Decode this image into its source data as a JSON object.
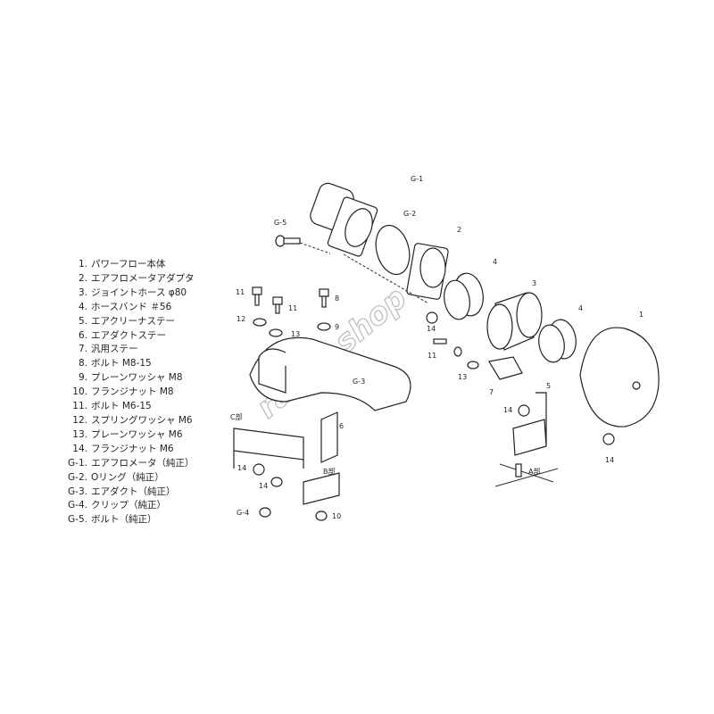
{
  "parts_list": [
    {
      "num": "1.",
      "name": "パワーフロー本体"
    },
    {
      "num": "2.",
      "name": "エアフロメータアダプタ"
    },
    {
      "num": "3.",
      "name": "ジョイントホース φ80"
    },
    {
      "num": "4.",
      "name": "ホースバンド ＃56"
    },
    {
      "num": "5.",
      "name": "エアクリーナステー"
    },
    {
      "num": "6.",
      "name": "エアダクトステー"
    },
    {
      "num": "7.",
      "name": "汎用ステー"
    },
    {
      "num": "8.",
      "name": "ボルト M8-15"
    },
    {
      "num": "9.",
      "name": "プレーンワッシャ M8"
    },
    {
      "num": "10.",
      "name": "フランジナット M8"
    },
    {
      "num": "11.",
      "name": "ボルト M6-15"
    },
    {
      "num": "12.",
      "name": "スプリングワッシャ M6"
    },
    {
      "num": "13.",
      "name": "プレーンワッシャ M6"
    },
    {
      "num": "14.",
      "name": "フランジナット M6"
    },
    {
      "num": "G-1.",
      "name": "エアフロメータ（純正）"
    },
    {
      "num": "G-2.",
      "name": "Oリング（純正）"
    },
    {
      "num": "G-3.",
      "name": "エアダクト（純正）"
    },
    {
      "num": "G-4.",
      "name": "クリップ（純正）"
    },
    {
      "num": "G-5.",
      "name": "ボルト（純正）"
    }
  ],
  "callouts": {
    "g1": "G-1",
    "g5": "G-5",
    "g2": "G-2",
    "p2": "2",
    "p4a": "4",
    "p3": "3",
    "p4b": "4",
    "p1": "1",
    "p11a": "11",
    "p11b": "11",
    "p8": "8",
    "p12": "12",
    "p13a": "13",
    "p9": "9",
    "p14a": "14",
    "p11c": "11",
    "p13b": "13",
    "p7": "7",
    "p5": "5",
    "p14b": "14",
    "p14c": "14",
    "c_part": "C部",
    "p6": "6",
    "g3": "G-3",
    "b_part": "B部",
    "p14d": "14",
    "p14e": "14",
    "g4": "G-4",
    "p10": "10",
    "a_part": "A部"
  },
  "watermark": "racer-shop"
}
